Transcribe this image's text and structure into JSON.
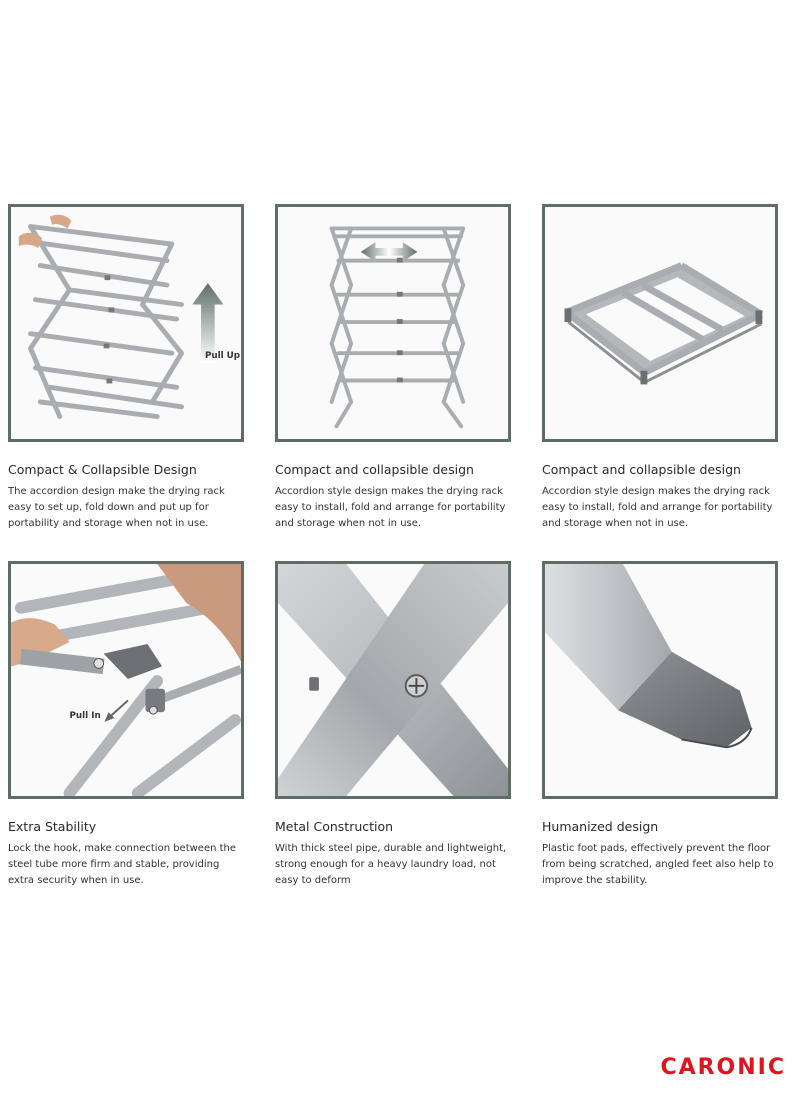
{
  "features": [
    {
      "title": "Compact & Collapsible Design",
      "description": "The accordion design make the drying rack easy to set up, fold down and put up for portability and storage when not in use.",
      "image_label": "Pull Up"
    },
    {
      "title": "Compact and collapsible design",
      "description": "Accordion style design makes the drying rack easy to install, fold and arrange for portability and storage when not in use."
    },
    {
      "title": "Compact and collapsible design",
      "description": "Accordion style design makes the drying rack easy to install, fold and arrange for portability and storage when not in use."
    },
    {
      "title": "Extra Stability",
      "description": "Lock the hook, make connection between the steel tube more firm and stable, providing extra security when in use.",
      "image_label": "Pull In"
    },
    {
      "title": "Metal Construction",
      "description": "With thick steel pipe, durable and lightweight, strong enough for a heavy laundry load, not easy to deform"
    },
    {
      "title": "Humanized design",
      "description": "Plastic foot pads, effectively prevent the floor from being scratched, angled feet also help to improve the stability."
    }
  ],
  "brand": {
    "name": "CARONIC",
    "color": "#e0141e"
  },
  "colors": {
    "frame_border": "#5f6d66",
    "rack_metal": "#a9adb1"
  }
}
